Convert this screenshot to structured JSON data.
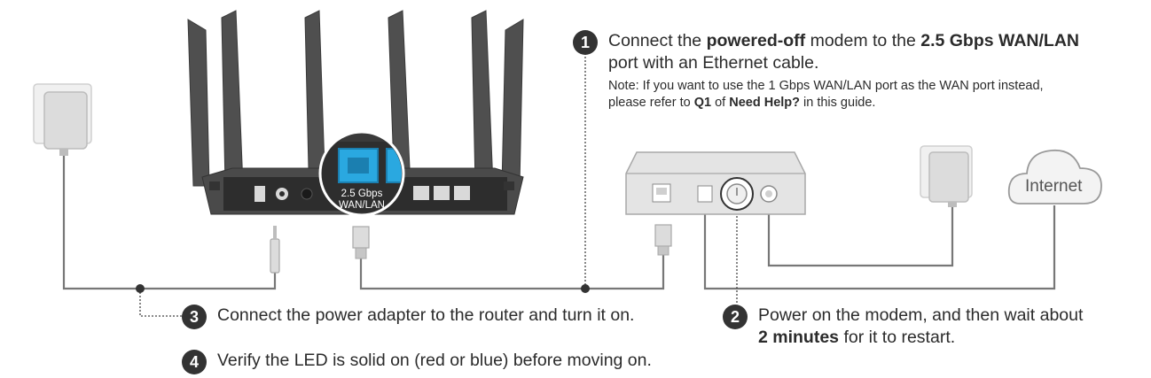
{
  "steps": {
    "step1": {
      "number": "1",
      "prefix": "Connect the ",
      "bold1": "powered-off",
      "middle": " modem to the ",
      "bold2": "2.5 Gbps WAN/LAN",
      "suffix": " port with an Ethernet cable.",
      "note_prefix": "Note: If you want to use the 1 Gbps WAN/LAN port as the WAN port instead, please refer to ",
      "note_bold1": "Q1",
      "note_middle": " of ",
      "note_bold2": "Need Help?",
      "note_suffix": " in this guide."
    },
    "step2": {
      "number": "2",
      "text": "Power on the modem, and then wait about",
      "bold": "2 minutes",
      "suffix": " for it to restart."
    },
    "step3": {
      "number": "3",
      "text": "Connect the power adapter to the router and turn it on."
    },
    "step4": {
      "number": "4",
      "text": "Verify the LED is solid on (red or blue) before moving on."
    }
  },
  "labels": {
    "wan_port_line1": "2.5 Gbps",
    "wan_port_line2": "WAN/LAN",
    "internet": "Internet"
  },
  "colors": {
    "router_body": "#4a4a4a",
    "cable": "#777777",
    "highlight_port": "#2aa8e0",
    "badge": "#333333"
  }
}
